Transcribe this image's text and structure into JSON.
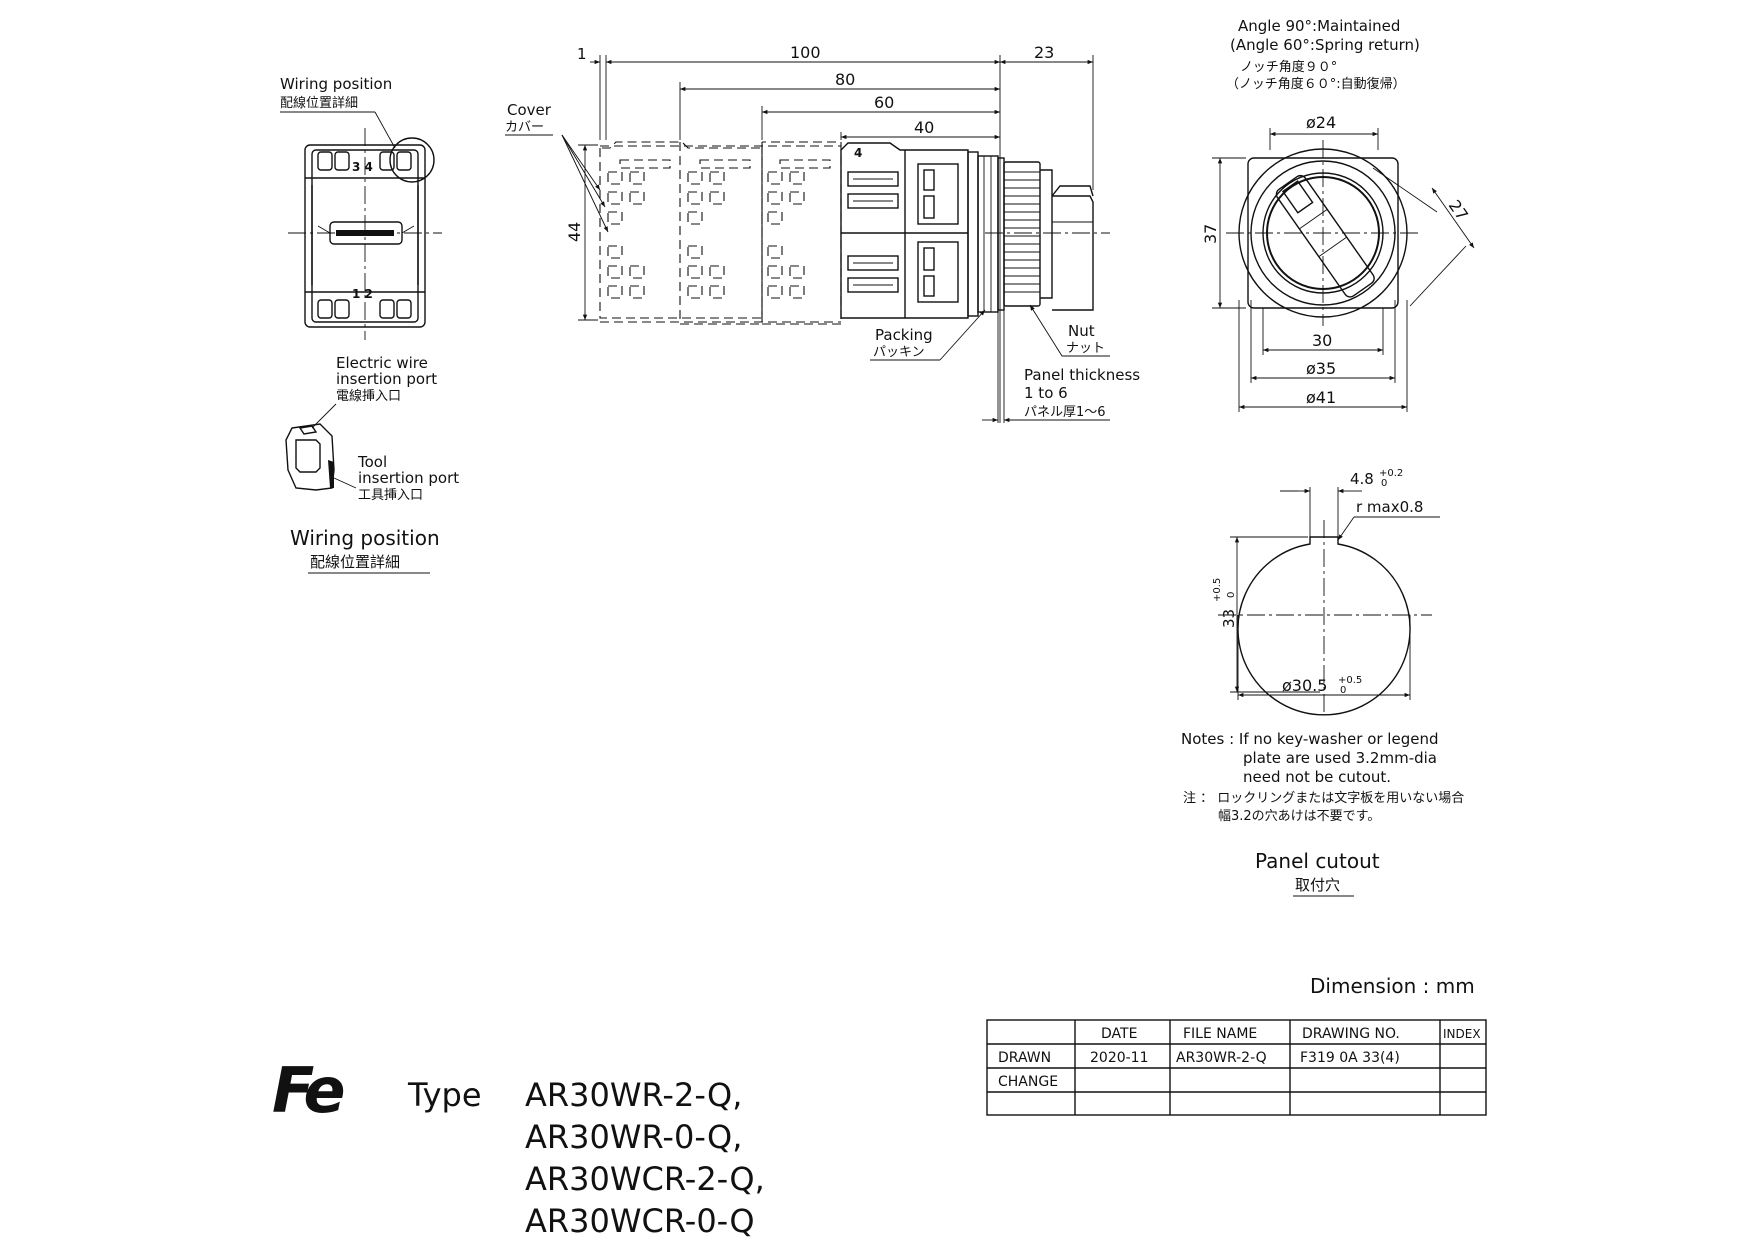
{
  "angle_note": {
    "line1": "Angle 90°:Maintained",
    "line2": "(Angle 60°:Spring return)",
    "line3": "ノッチ角度９０°",
    "line4": "（ノッチ角度６０°:自動復帰）"
  },
  "wiring_label_top": {
    "en": "Wiring position",
    "jp": "配線位置詳細"
  },
  "cover_label": {
    "en": "Cover",
    "jp": "カバー"
  },
  "packing_label": {
    "en": "Packing",
    "jp": "パッキン"
  },
  "nut_label": {
    "en": "Nut",
    "jp": "ナット"
  },
  "panel_thickness": {
    "en1": "Panel thickness",
    "en2": "1 to 6",
    "jp": "パネル厚1～6"
  },
  "electric_wire": {
    "en1": "Electric wire",
    "en2": "insertion port",
    "jp": "電線挿入口"
  },
  "tool_port": {
    "en1": "Tool",
    "en2": "insertion port",
    "jp": "工具挿入口"
  },
  "wiring_label_bottom": {
    "en": "Wiring position",
    "jp": "配線位置詳細"
  },
  "terminal_numbers": {
    "top": "3 4",
    "bottom": "1 2",
    "side": "4"
  },
  "dims": {
    "d1": "1",
    "d100": "100",
    "d23": "23",
    "d80": "80",
    "d60": "60",
    "d40": "40",
    "d44": "44",
    "phi24": "ø24",
    "d27": "27",
    "d37": "37",
    "d30": "30",
    "phi35": "ø35",
    "phi41": "ø41",
    "cut_w": "4.8",
    "cut_w_tol_up": "+0.2",
    "cut_w_tol_lo": "0",
    "rmax": "r max0.8",
    "cut_h": "33",
    "cut_h_tol_up": "+0.5",
    "cut_h_tol_lo": "0",
    "cut_d": "ø30.5",
    "cut_d_tol_up": "+0.5",
    "cut_d_tol_lo": "0"
  },
  "notes": {
    "line1": "Notes : If no key-washer or legend",
    "line2": "plate are used 3.2mm-dia",
    "line3": "need not be cutout.",
    "line4": "注 ： ロックリングまたは文字板を用いない場合",
    "line5": "幅3.2の穴あけは不要です。"
  },
  "panel_cutout": {
    "en": "Panel cutout",
    "jp": "取付穴"
  },
  "dimension_unit": "Dimension : mm",
  "title_block": {
    "headers": [
      "DATE",
      "FILE NAME",
      "DRAWING NO.",
      "INDEX"
    ],
    "rows": [
      {
        "label": "DRAWN",
        "date": "2020-11",
        "file": "AR30WR-2-Q",
        "drawing": "F319 0A 33(4)",
        "index": ""
      },
      {
        "label": "CHANGE",
        "date": "",
        "file": "",
        "drawing": "",
        "index": ""
      }
    ]
  },
  "logo_text": "Fe",
  "type_prefix": "Type",
  "models": [
    "AR30WR-2-Q,",
    "AR30WR-0-Q,",
    "AR30WCR-2-Q,",
    "AR30WCR-0-Q"
  ]
}
